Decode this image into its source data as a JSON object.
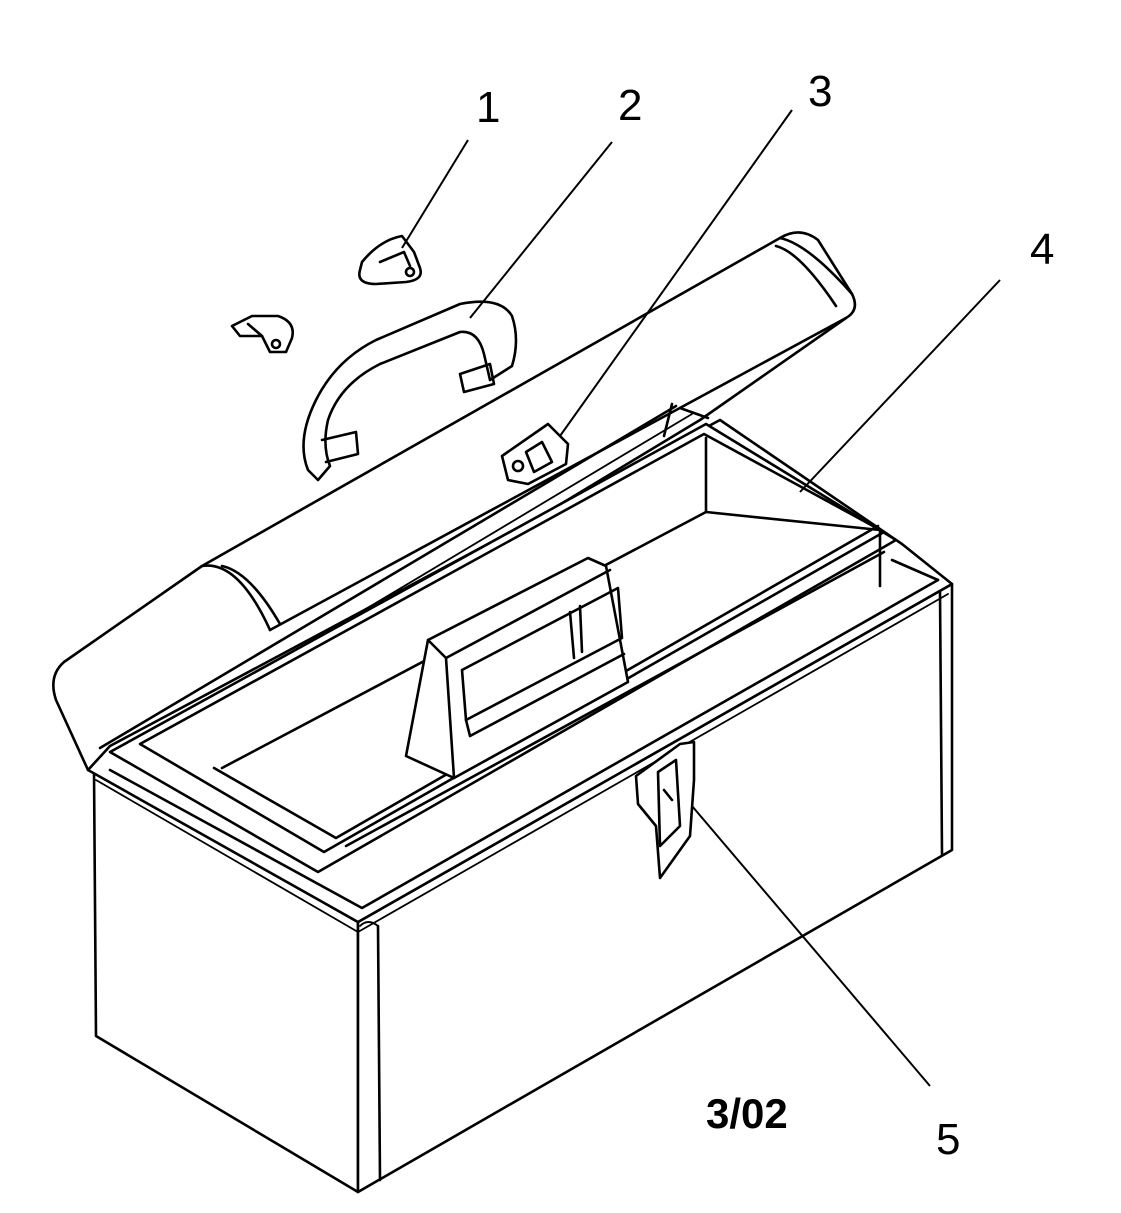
{
  "diagram": {
    "callouts": [
      {
        "id": "1",
        "label": "1"
      },
      {
        "id": "2",
        "label": "2"
      },
      {
        "id": "3",
        "label": "3"
      },
      {
        "id": "4",
        "label": "4"
      },
      {
        "id": "5",
        "label": "5"
      }
    ],
    "date_code": "3/02"
  }
}
